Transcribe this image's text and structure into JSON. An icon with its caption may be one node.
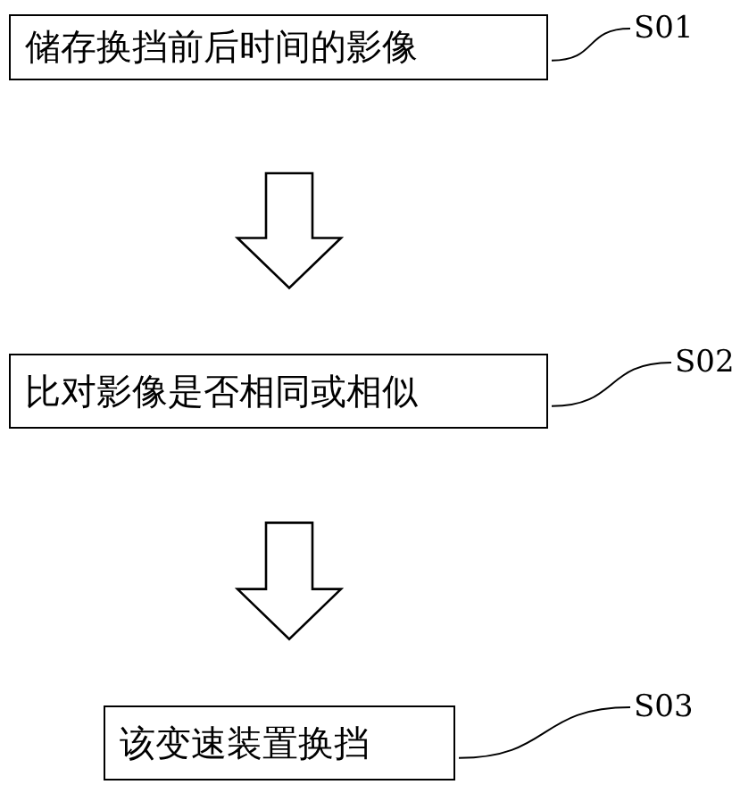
{
  "diagram": {
    "nodes": [
      {
        "text": [
          "储存换挡前后时间的影像"
        ]
      },
      {
        "text": [
          "比对影像是否相同或相似"
        ]
      },
      {
        "text": [
          "该变速装置换挡"
        ]
      },
      {
        "text": [
          "S01"
        ]
      },
      {
        "text": [
          "S02"
        ]
      },
      {
        "text": [
          "S03"
        ]
      }
    ],
    "edges": [
      {
        "from": 0,
        "to": 1,
        "arrow": "to"
      },
      {
        "from": 1,
        "to": 2,
        "arrow": "to"
      },
      {
        "from": 3,
        "to": 0,
        "arrow": "none"
      },
      {
        "from": 4,
        "to": 1,
        "arrow": "none"
      },
      {
        "from": 5,
        "to": 2,
        "arrow": "none"
      }
    ]
  }
}
